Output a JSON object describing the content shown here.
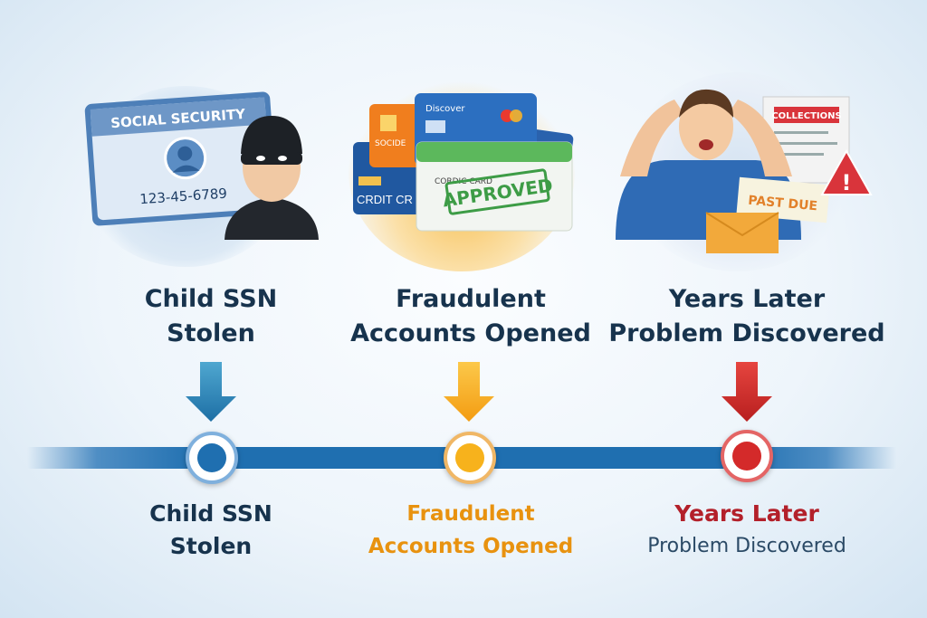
{
  "steps": [
    {
      "title_line1": "Child SSN",
      "title_line2": "Stolen",
      "bottom_line1": "Child SSN",
      "bottom_line2": "Stolen",
      "color": "#1f6fb0"
    },
    {
      "title_line1": "Fraudulent",
      "title_line2": "Accounts Opened",
      "bottom_line1": "Fraudulent",
      "bottom_line2": "Accounts Opened",
      "color": "#f5a623"
    },
    {
      "title_line1": "Years Later",
      "title_line2": "Problem Discovered",
      "bottom_line1": "Years Later",
      "bottom_line2": "Problem Discovered",
      "color": "#d42a2a"
    }
  ],
  "illustrations": {
    "ssn_card": {
      "heading": "SOCIAL SECURITY",
      "number": "123-45-6789"
    },
    "cards": {
      "discover": "Discover",
      "orange_card": "SOCIDE",
      "blue_card": "CRDIT CR",
      "green_card": "CORDIC CARD",
      "stamp": "APPROVED"
    },
    "discovery": {
      "collections": "COLLECTIONS",
      "past_due": "PAST DUE"
    }
  }
}
